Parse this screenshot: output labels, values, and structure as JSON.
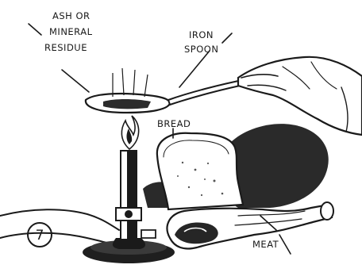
{
  "labels": {
    "ash_line1": "ASH OR",
    "ash_line2": "MINERAL",
    "ash_line3": "RESIDUE",
    "iron_line1": "IRON",
    "iron_line2": "SPOON",
    "bread": "BREAD",
    "meat": "MEAT",
    "figure_number": "7"
  },
  "colors": {
    "ink": "#1a1a1a",
    "paper": "#ffffff"
  }
}
